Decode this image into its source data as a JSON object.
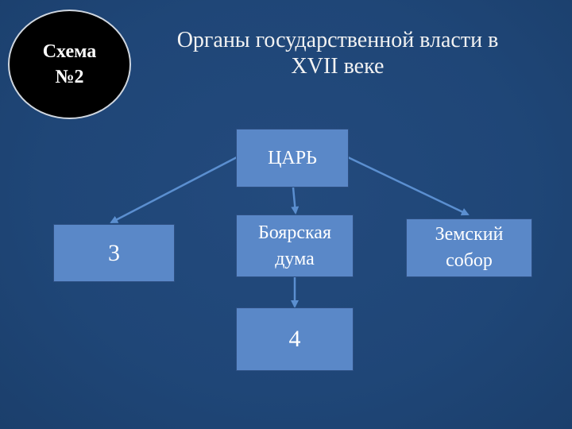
{
  "badge": {
    "line1": "Схема",
    "line2": "№2"
  },
  "title": {
    "line1": "Органы государственной власти в",
    "line2": "XVII веке"
  },
  "nodes": {
    "tsar": "ЦАРЬ",
    "boyar_duma_line1": "Боярская",
    "boyar_duma_line2": "дума",
    "zemsky_sobor_line1": "Земский",
    "zemsky_sobor_line2": "собор",
    "blank3": "3",
    "blank4": "4"
  },
  "colors": {
    "background": "#1f4677",
    "box_fill": "#5a88c8",
    "arrow": "#5b8fd0"
  }
}
